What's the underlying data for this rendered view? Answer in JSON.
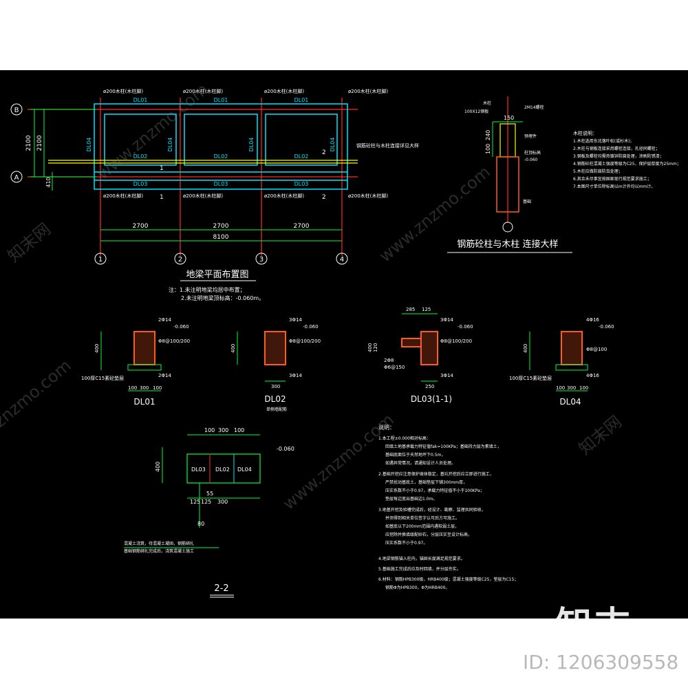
{
  "plan": {
    "title": "地梁平面布置图",
    "notes": [
      "注：1.未注明地梁均居中布置；",
      "2.未注明地梁顶标高：-0.060m。"
    ],
    "axis_rows": [
      "B",
      "A"
    ],
    "axis_cols": [
      "1",
      "2",
      "3",
      "4"
    ],
    "dims_bottom": [
      "2700",
      "2700",
      "2700"
    ],
    "dim_total": "8100",
    "dim_left_a": "2100",
    "dim_left_b": "2100",
    "dim_left_small": "410",
    "beam_labels": [
      "DL01",
      "DL01",
      "DL01",
      "DL02",
      "DL02",
      "DL02",
      "DL03",
      "DL03",
      "DL03",
      "DL04",
      "DL04",
      "DL04",
      "DL04"
    ],
    "column_note": "ø200木柱(木柱脚)",
    "section_marks": [
      "1",
      "1",
      "2",
      "2"
    ],
    "callout_note": "钢筋砼柱与木柱连接详见大样"
  },
  "detail": {
    "title": "钢筋砼柱与木柱 连接大样",
    "dims": [
      "150",
      "240",
      "100"
    ],
    "callouts": [
      "木柱",
      "100X12钢板",
      "2M14螺栓",
      "预埋件",
      "柱顶标高",
      "-0.060",
      "基础"
    ],
    "notes_title": "木柱说明：",
    "notes": [
      "1.木柱选用东北落叶松(或杉木)；",
      "2.木柱与钢板连接采用螺栓连接，孔径同螺栓；",
      "3.钢板及螺栓均需热镀锌防腐处理，涂刷防锈漆；",
      "4.钢筋砼柱混凝土强度等级为C25，保护层厚度为25mm；",
      "5.木柱应做防腐防虫处理；",
      "6.其余未尽事宜按国家现行规范要求施工；",
      "7.本图尺寸单位除标高以m计外均以mm计。"
    ]
  },
  "sections": [
    {
      "name": "DL01",
      "top": "2Φ14",
      "bottom": "2Φ14",
      "stirrup": "Φ8@100/200",
      "elev": "-0.060",
      "h": "400",
      "pad": "100",
      "cushion": "100厚C15素砼垫层",
      "dims": [
        "100",
        "300",
        "100"
      ]
    },
    {
      "name": "DL02",
      "top": "3Φ14",
      "bottom": "3Φ14",
      "stirrup": "Φ8@100/200",
      "elev": "-0.060",
      "h": "400",
      "dims": [
        "300"
      ],
      "sub": "单侧墙配筋"
    },
    {
      "name": "DL03(1-1)",
      "top": "3Φ14",
      "bottom": "3Φ14",
      "stirrup": "Φ8@100/200",
      "elev": "-0.060",
      "h": "400",
      "side": "120",
      "bar": "2Φ8",
      "dist": "Φ6@150",
      "dims": [
        "285",
        "125",
        "250"
      ]
    },
    {
      "name": "DL04",
      "top": "4Φ16",
      "bottom": "4Φ16",
      "stirrup": "Φ8@100",
      "elev": "-0.060",
      "h": "400",
      "pad": "100",
      "cushion": "100厚C15素砼垫层",
      "dims": [
        "100",
        "300",
        "100"
      ]
    }
  ],
  "section22": {
    "title": "2-2",
    "labels": [
      "DL03",
      "DL02",
      "DL04"
    ],
    "dims_top": [
      "100",
      "300",
      "100"
    ],
    "dims_bottom": [
      "125",
      "125",
      "300"
    ],
    "dim_55": "55",
    "dim_80": "80",
    "h": "400",
    "elev": "-0.060",
    "note_a": "混凝土浇筑，待混凝土凝固，钢筋绑扎",
    "note_b": "基础钢筋绑扎完成后，浇筑混凝土施工"
  },
  "general_notes": {
    "title": "说明：",
    "items": [
      "1.本工程±0.000相对标高：",
      "回填土地基承载力特征值fak=100KPa；基础持力层为素填土，",
      "基础底面位于天然地坪下0.5m，",
      "如遇异常情况，请通知设计人员处理。",
      "2.基础开挖应注意保护坡体稳定，基坑开挖后应立即进行施工，",
      "严禁扰动基底土，基础垫层下铺300mm厚，",
      "压实系数不小于0.97，承载力特征值不小于100KPa；",
      "垫层每边宽出基础边1.0m。",
      "3.地基开挖及验槽完成后，经设计、勘察、监理共同验收，",
      "并须得到相关单位签字认可后方可施工。",
      "如基底以下200mm范围内遇软弱土层，",
      "应挖除并换填级配砂石，分层压实至设计标高，",
      "压实系数不小于0.97。",
      "4.地梁钢筋锚入柱内，锚固长度满足规范要求。",
      "5.基础施工完成后应及时回填，并分层夯实。",
      "6.材料：钢筋HPB300级，HRB400级；混凝土强度等级C25，垫层为C15；",
      "钢筋Φ为HPB300，Φ为HRB400。"
    ]
  },
  "watermark": {
    "brand": "知末",
    "id": "ID: 1206309558",
    "diagonal": [
      "www.znzmo.com",
      "知末网",
      "znzmo.com"
    ]
  },
  "colors": {
    "background": "#000000",
    "page": "#ffffff",
    "dim_green": "#00ff33",
    "grid_red": "#ff2a2a",
    "beam_cyan": "#00e5ff",
    "label_white": "#ffffff",
    "yellow": "#ffff00",
    "concrete_orange": "#ff5a1f",
    "rebar_yellow": "#ffcc00",
    "note_cyan": "#00ffff",
    "watermark": "#7a7a7a"
  }
}
